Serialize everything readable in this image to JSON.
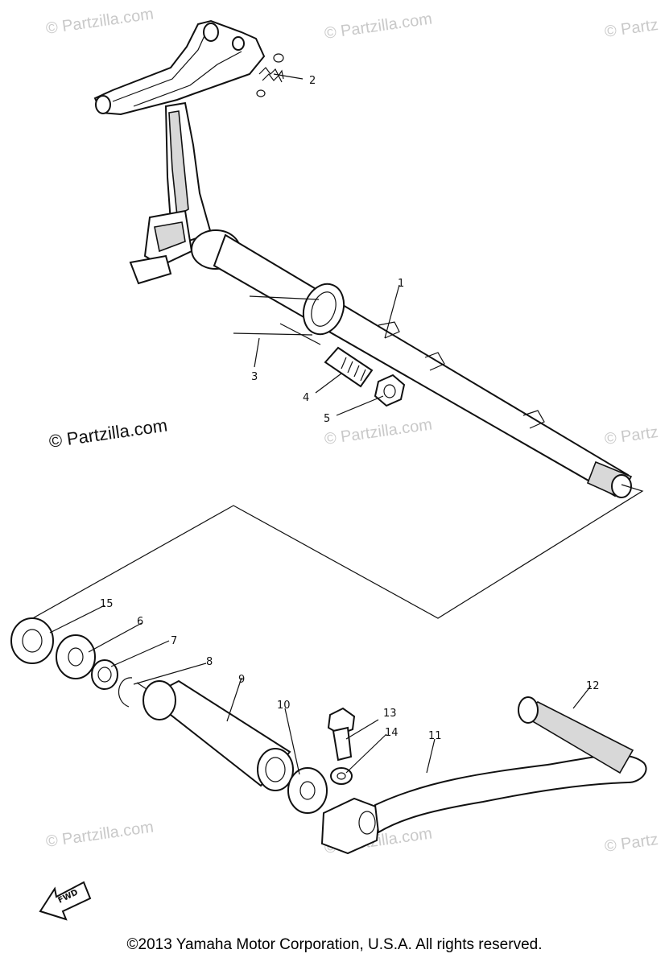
{
  "watermarks": [
    "© Partzilla.com",
    "© Partzilla.com",
    "© Partz",
    "© Partzilla.com",
    "© Partzilla.com",
    "© Partz",
    "© Partzilla.com",
    "© Partzilla.com",
    "© Partz"
  ],
  "main_watermark": "© Partzilla.com",
  "callouts": [
    "1",
    "2",
    "3",
    "4",
    "5",
    "6",
    "7",
    "8",
    "9",
    "10",
    "11",
    "12",
    "13",
    "14",
    "15"
  ],
  "fwd_label": "FWD",
  "copyright": "©2013 Yamaha Motor Corporation, U.S.A. All rights reserved."
}
